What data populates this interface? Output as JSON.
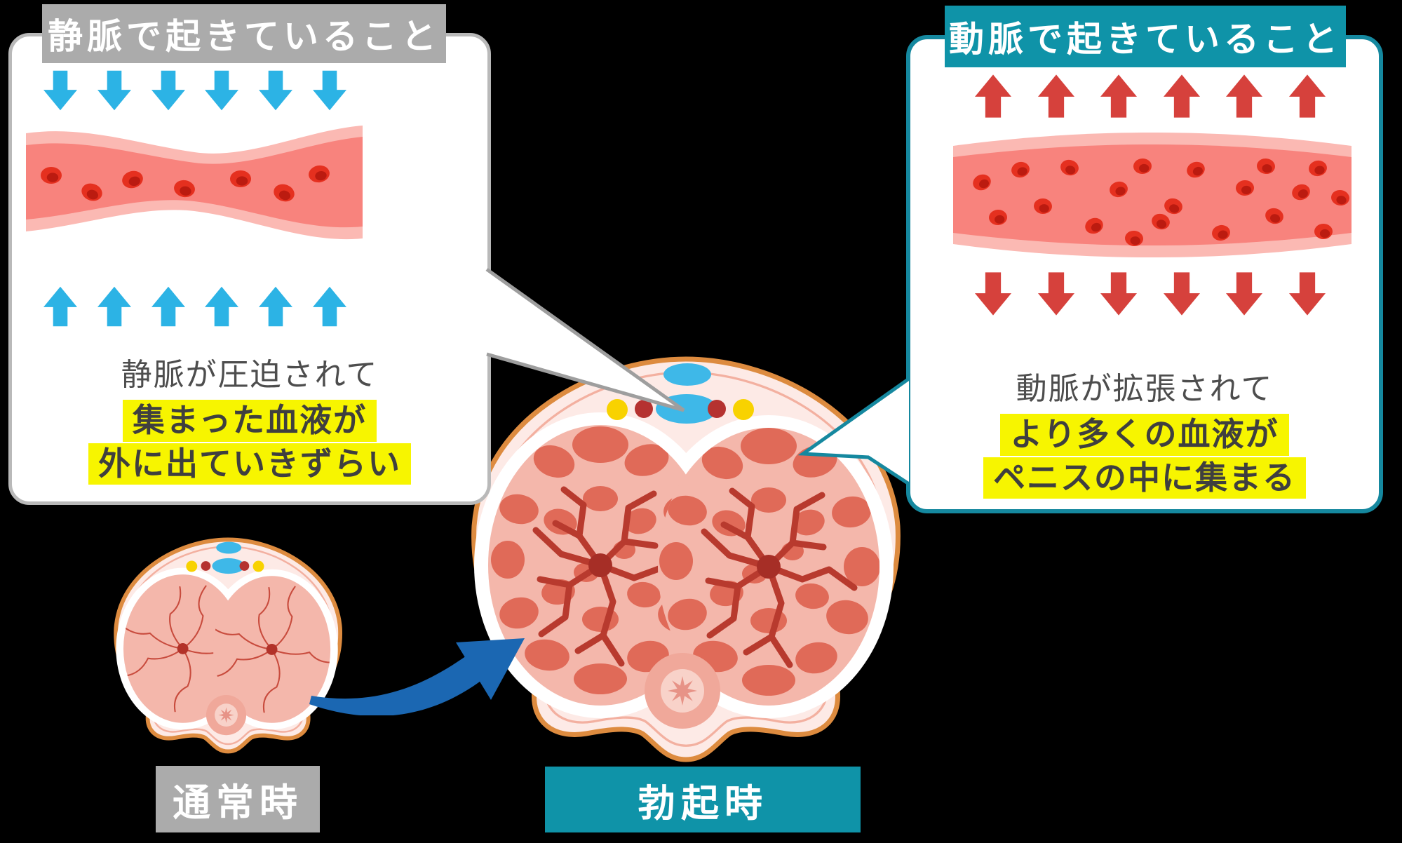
{
  "colors": {
    "teal": "#0f93a8",
    "teal_dark": "#15889f",
    "gray_label": "#ababab",
    "panel_border": "#b9b9b9",
    "pointer_gray": "#9e9e9e",
    "highlight_yellow": "#f7f500",
    "text_dark": "#4d4d4d",
    "arrow_blue": "#2cb3e5",
    "arrow_red": "#d6413c",
    "curve_arrow_blue": "#1b67b2",
    "vessel_outer_pink": "#fbb9b3",
    "vessel_inner_salmon": "#f8837d",
    "blood_cell_red": "#e5301f",
    "blood_cell_dark": "#bb1b10",
    "outline_orange": "#dd8b3f",
    "body_pink": "#fdeae6",
    "inner_line_pink": "#f3b0a0",
    "cavernosa_pink": "#f4b7ab",
    "blob_red": "#e06a58",
    "branch_red": "#b83a2e",
    "thin_vessel_red": "#c84b3d",
    "vein_blue": "#3eb8e8",
    "dot_yellow": "#f8d200",
    "dot_dark_red": "#b53230",
    "urethra_outer": "#f0a89a",
    "urethra_inner": "#f8d2c9",
    "urethra_star": "#e79387"
  },
  "left_panel": {
    "title": "静脈で起きていること",
    "caption_line": "静脈が圧迫されて",
    "highlight_line1": "集まった血液が",
    "highlight_line2": "外に出ていきずらい"
  },
  "right_panel": {
    "title": "動脈で起きていること",
    "caption_line": "動脈が拡張されて",
    "highlight_line1": "より多くの血液が",
    "highlight_line2": "ペニスの中に集まる"
  },
  "bottom_labels": {
    "normal": "通常時",
    "erect": "勃起時"
  },
  "icons": {
    "vein_pressure": "compression-arrows",
    "artery_flow": "expansion-arrows",
    "transition": "curved-transform-arrow",
    "left_pointer": "gray-callout-pointer",
    "right_pointer": "teal-callout-pointer"
  }
}
